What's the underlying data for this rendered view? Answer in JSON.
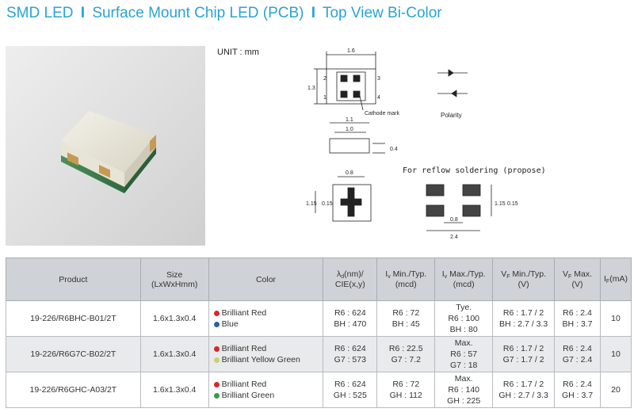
{
  "header": {
    "part1": "SMD LED",
    "part2": "Surface Mount Chip LED (PCB)",
    "part3": "Top View Bi-Color",
    "separator": "I"
  },
  "drawing": {
    "unit": "UNIT : mm",
    "cathode_mark": "Cathode mark",
    "polarity_label": "Polarity",
    "reflow_title": "For reflow soldering (propose)",
    "dims": {
      "top_width": "1.6",
      "top_height": "1.3",
      "side_outer": "1.1",
      "side_inner": "1.0",
      "side_height": "0.4",
      "bottom_gap": "0.8",
      "bottom_height": "1.15",
      "bottom_inner": "0.15",
      "pad_gap": "0.8",
      "pad_total": "2.4",
      "pad_height_a": "1.15",
      "pad_height_b": "0.15"
    },
    "pins": [
      "1",
      "2",
      "3",
      "4"
    ]
  },
  "table": {
    "headers": {
      "product": "Product",
      "size_line1": "Size",
      "size_line2": "(LxWxHmm)",
      "color": "Color",
      "wl_symbol": "λ",
      "wl_sub": "d",
      "wl_line1": "(nm)/",
      "wl_line2": "CIE(x,y)",
      "iv_min_sym": "I",
      "iv_min_sub": "v",
      "iv_min_line1": " Min./Typ.",
      "iv_min_line2": "(mcd)",
      "iv_max_sym": "I",
      "iv_max_sub": "v",
      "iv_max_line1": " Max./Typ.",
      "iv_max_line2": "(mcd)",
      "vf_min_sym": "V",
      "vf_min_sub": "F",
      "vf_min_line1": " Min./Typ.",
      "vf_min_line2": "(V)",
      "vf_max_sym": "V",
      "vf_max_sub": "F",
      "vf_max_line1": " Max.",
      "vf_max_line2": "(V)",
      "if_sym": "I",
      "if_sub": "F",
      "if_line1": "(mA)"
    },
    "rows": [
      {
        "product": "19-226/R6BHC-B01/2T",
        "size": "1.6x1.3x0.4",
        "color1": "Brilliant Red",
        "color1_hex": "#d9262b",
        "color2": "Blue",
        "color2_hex": "#2c5fa8",
        "wl1": "R6 : 624",
        "wl2": "BH : 470",
        "ivmin1": "R6 : 72",
        "ivmin2": "BH : 45",
        "ivmax1": "Tye.",
        "ivmax2": "R6 : 100",
        "ivmax3": "BH : 80",
        "vfmin1": "R6 : 1.7 / 2",
        "vfmin2": "BH : 2.7 / 3.3",
        "vfmax1": "R6 : 2.4",
        "vfmax2": "BH : 3.7",
        "if": "10"
      },
      {
        "product": "19-226/R6G7C-B02/2T",
        "size": "1.6x1.3x0.4",
        "color1": "Brilliant Red",
        "color1_hex": "#d9262b",
        "color2": "Brilliant Yellow Green",
        "color2_hex": "#c9d36a",
        "wl1": "R6 : 624",
        "wl2": "G7 : 573",
        "ivmin1": "R6 : 22.5",
        "ivmin2": "G7 : 7.2",
        "ivmax1": "Max.",
        "ivmax2": "R6 : 57",
        "ivmax3": "G7 : 18",
        "vfmin1": "R6 : 1.7 / 2",
        "vfmin2": "G7 : 1.7 / 2",
        "vfmax1": "R6 : 2.4",
        "vfmax2": "G7 : 2.4",
        "if": "10"
      },
      {
        "product": "19-226/R6GHC-A03/2T",
        "size": "1.6x1.3x0.4",
        "color1": "Brilliant Red",
        "color1_hex": "#d9262b",
        "color2": "Brilliant Green",
        "color2_hex": "#3a9a47",
        "wl1": "R6 : 624",
        "wl2": "GH : 525",
        "ivmin1": "R6 : 72",
        "ivmin2": "GH : 112",
        "ivmax1": "Max.",
        "ivmax2": "R6 : 140",
        "ivmax3": "GH : 225",
        "vfmin1": "R6 : 1.7 / 2",
        "vfmin2": "GH : 2.7 / 3.3",
        "vfmax1": "R6 : 2.4",
        "vfmax2": "GH : 3.7",
        "if": "20"
      }
    ]
  }
}
